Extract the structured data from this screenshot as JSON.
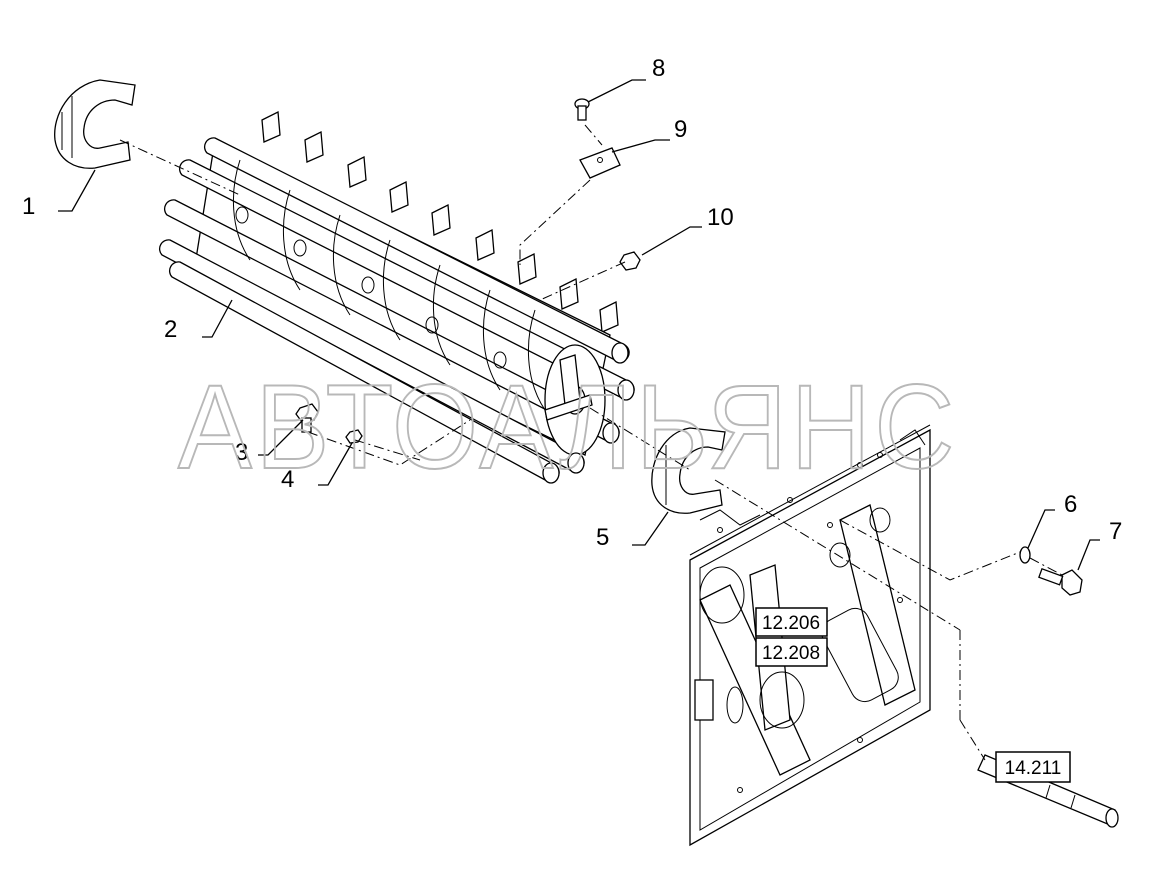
{
  "callouts": [
    "1",
    "2",
    "3",
    "4",
    "5",
    "6",
    "7",
    "8",
    "9",
    "10"
  ],
  "reference_boxes": [
    "12.206",
    "12.208",
    "14.211"
  ],
  "watermark": "АВТОАЛЬЯНС"
}
